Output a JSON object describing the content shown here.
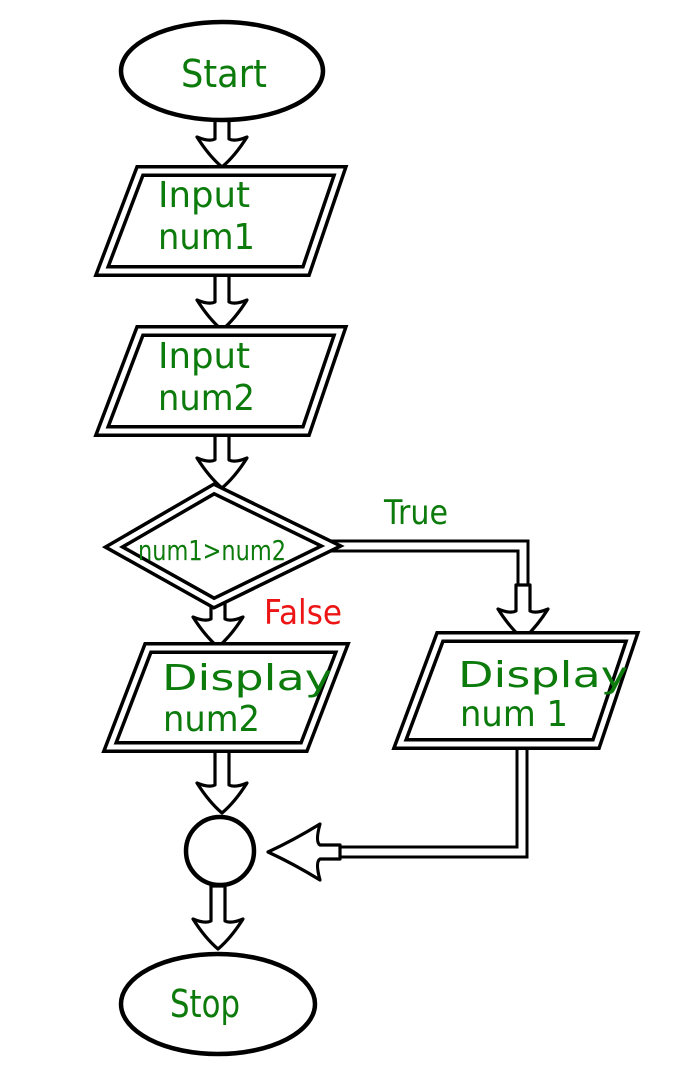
{
  "diagram": {
    "type": "flowchart",
    "colors": {
      "node_text": "#0c7b0c",
      "true_label": "#0c7b0c",
      "false_label": "#ec1414",
      "outline": "#000000",
      "background": "#ffffff"
    },
    "nodes": {
      "start": {
        "shape": "terminator-ellipse",
        "label": "Start"
      },
      "input_num1": {
        "shape": "io-parallelogram",
        "line1": "Input",
        "line2": "num1"
      },
      "input_num2": {
        "shape": "io-parallelogram",
        "line1": "Input",
        "line2": "num2"
      },
      "decision": {
        "shape": "decision-diamond",
        "label": "num1>num2"
      },
      "display_num2": {
        "shape": "io-parallelogram",
        "line1": "Display",
        "line2": "num2"
      },
      "display_num1": {
        "shape": "io-parallelogram",
        "line1": "Display",
        "line2": "num 1"
      },
      "join": {
        "shape": "connector-circle"
      },
      "stop": {
        "shape": "terminator-ellipse",
        "label": "Stop"
      }
    },
    "branch_labels": {
      "true": "True",
      "false": "False"
    }
  }
}
